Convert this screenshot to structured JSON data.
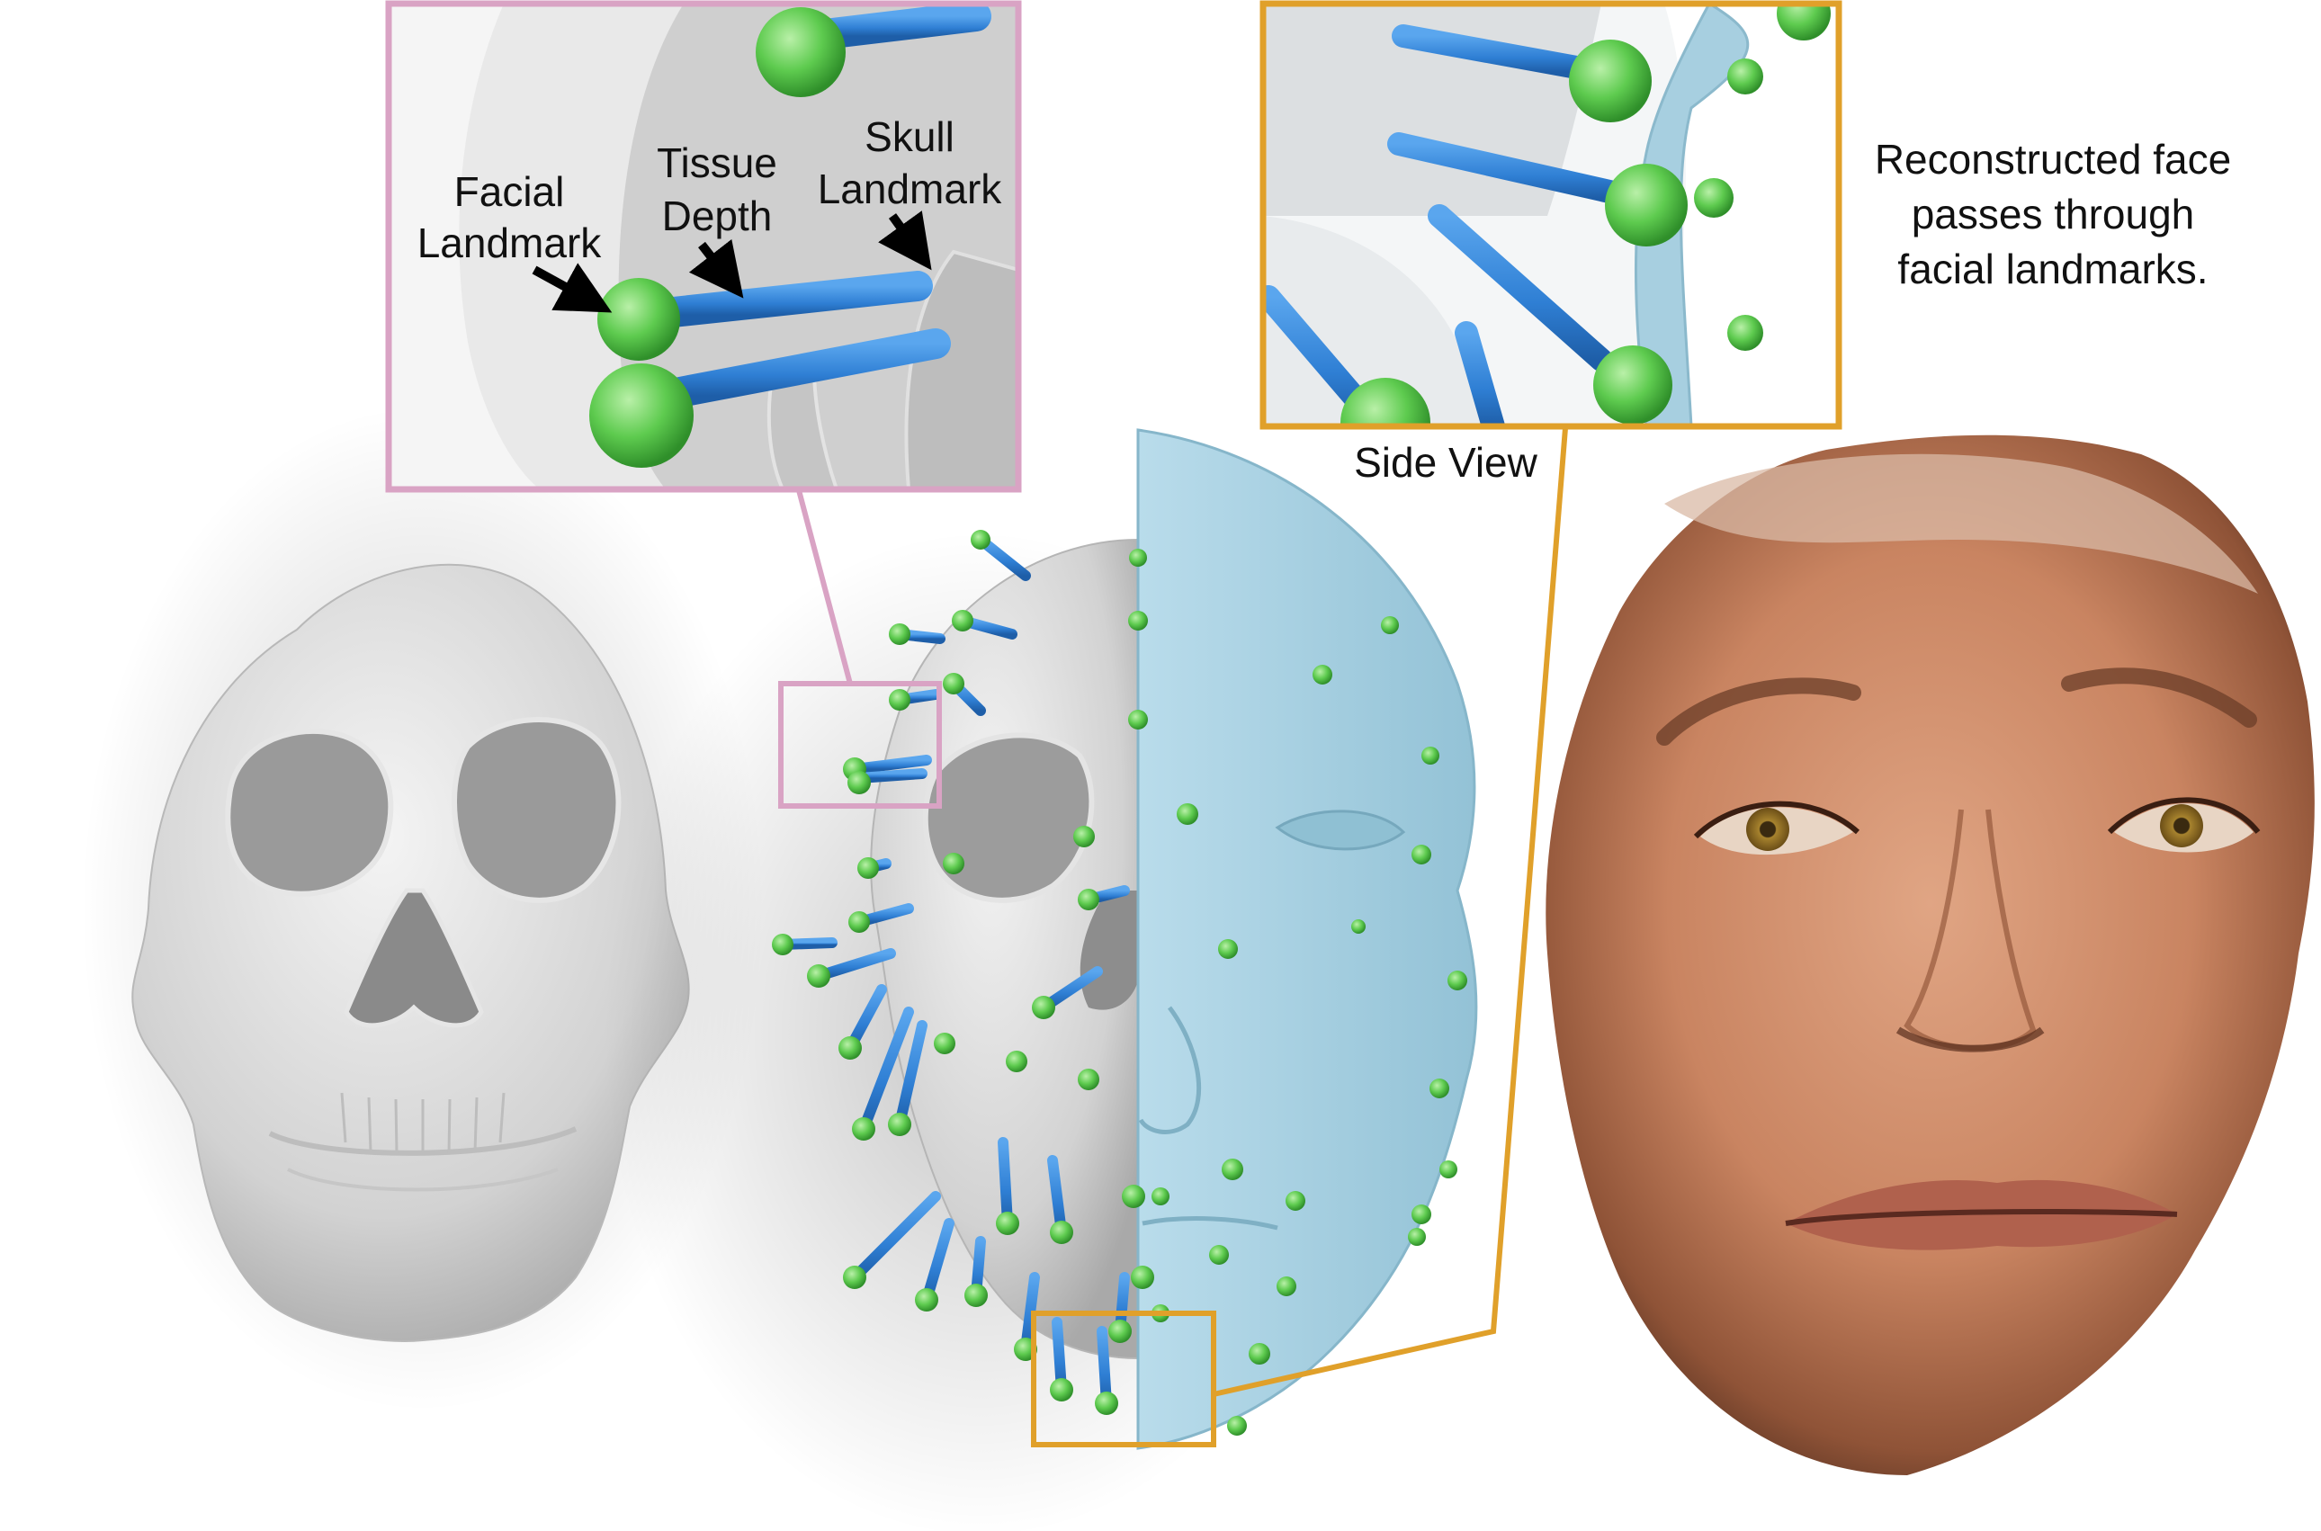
{
  "figure": {
    "labels": {
      "facial_landmark_line1": "Facial",
      "facial_landmark_line2": "Landmark",
      "tissue_depth_line1": "Tissue",
      "tissue_depth_line2": "Depth",
      "skull_landmark_line1": "Skull",
      "skull_landmark_line2": "Landmark",
      "side_view": "Side View",
      "caption_line1": "Reconstructed face",
      "caption_line2": "passes through",
      "caption_line3": "facial landmarks."
    },
    "colors": {
      "pink_frame": "#d9a3c4",
      "orange_frame": "#e0a02a",
      "tissue_rod": "#2f7fd4",
      "landmark_sphere": "#62cf55",
      "face_mesh": "#aad1e0",
      "skull": "#d7d7d7"
    }
  }
}
